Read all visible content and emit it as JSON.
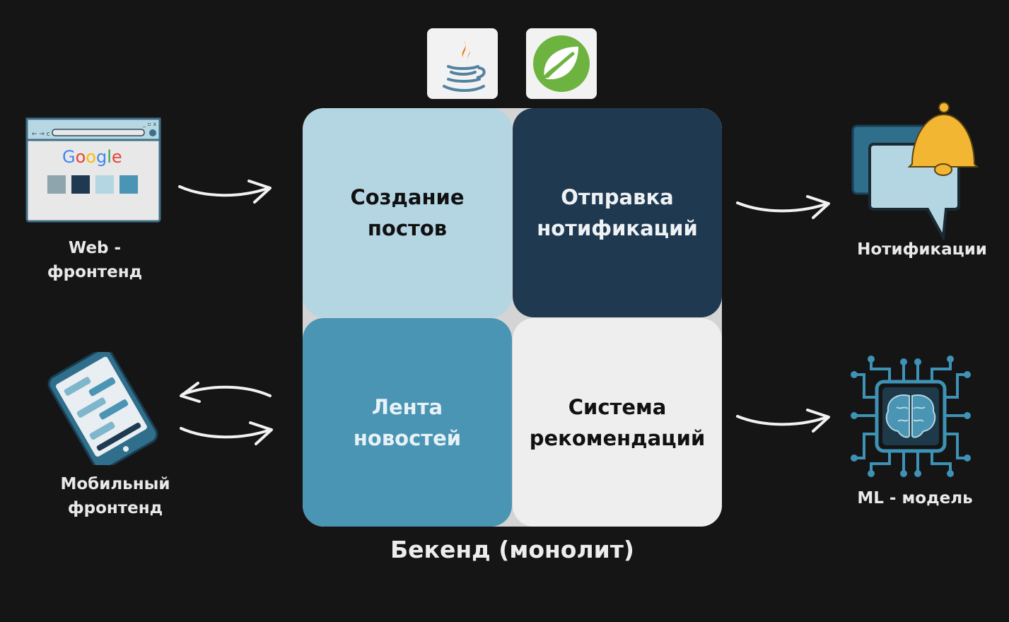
{
  "logos": {
    "java": "java-logo",
    "spring": "spring-logo"
  },
  "modules": {
    "posts": {
      "line1": "Создание",
      "line2": "постов"
    },
    "notifications": {
      "line1": "Отправка",
      "line2": "нотификаций"
    },
    "feed": {
      "line1": "Лента",
      "line2": "новостей"
    },
    "recommendations": {
      "line1": "Система",
      "line2": "рекомендаций"
    }
  },
  "backend_label": "Бекенд (монолит)",
  "clients": {
    "web": {
      "line1": "Web -",
      "line2": "фронтенд",
      "browser_logo_text": "Google"
    },
    "mobile": {
      "line1": "Мобильный",
      "line2": "фронтенд"
    }
  },
  "services": {
    "notifications": {
      "label": "Нотификации"
    },
    "ml": {
      "label": "ML - модель"
    }
  },
  "colors": {
    "background": "#151515",
    "tile_light": "#b4d6e3",
    "tile_dark": "#1f3951",
    "tile_mid": "#4a94b4",
    "tile_white": "#eeeeee",
    "accent": "#49a0c0"
  }
}
